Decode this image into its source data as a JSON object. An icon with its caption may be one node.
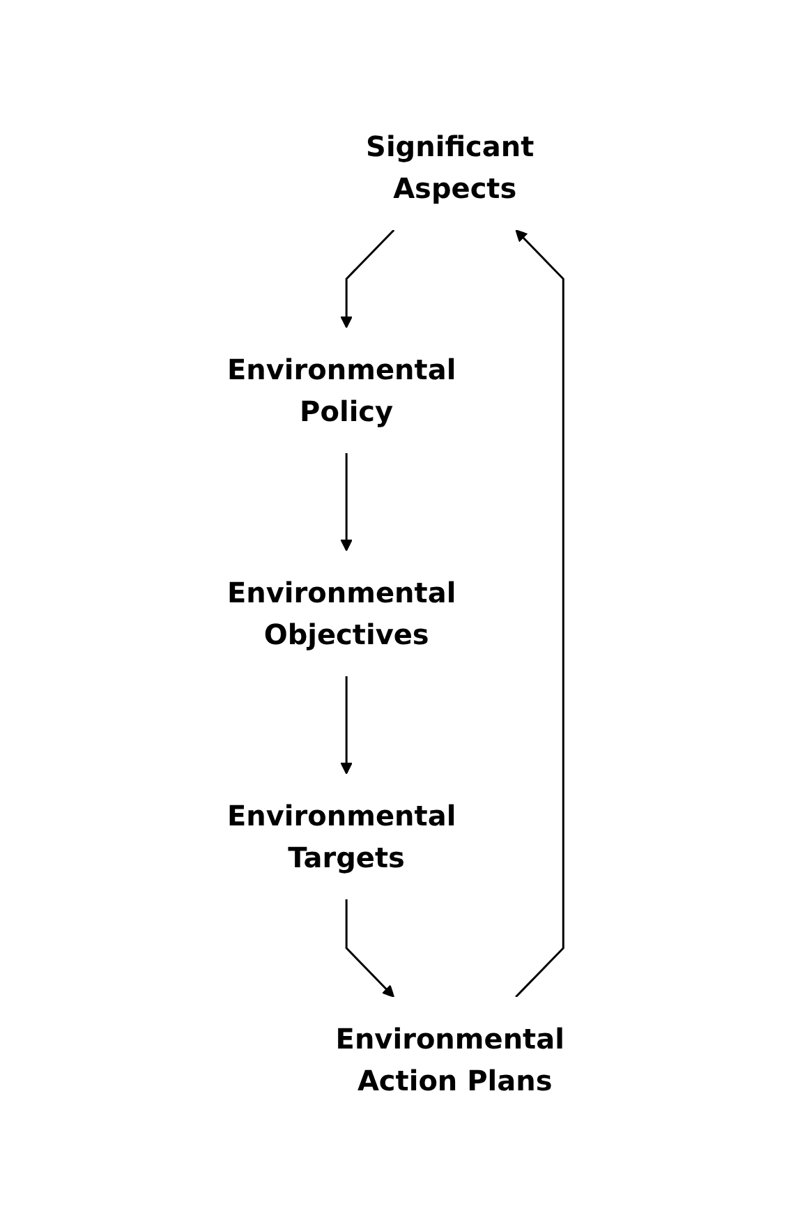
{
  "diagram": {
    "nodes": [
      {
        "text": [
          "Significant Aspects"
        ]
      },
      {
        "text": [
          "Environmental Policy"
        ]
      },
      {
        "text": [
          "Environmental Objectives"
        ]
      },
      {
        "text": [
          "Environmental Targets"
        ]
      },
      {
        "text": [
          "Environmental Action Plans"
        ]
      }
    ],
    "edges": [
      {
        "from": 0,
        "to": 1,
        "arrow": "to"
      },
      {
        "from": 1,
        "to": 2,
        "arrow": "to"
      },
      {
        "from": 2,
        "to": 3,
        "arrow": "to"
      },
      {
        "from": 3,
        "to": 4,
        "arrow": "to"
      },
      {
        "from": 4,
        "to": 0,
        "arrow": "to"
      }
    ]
  }
}
